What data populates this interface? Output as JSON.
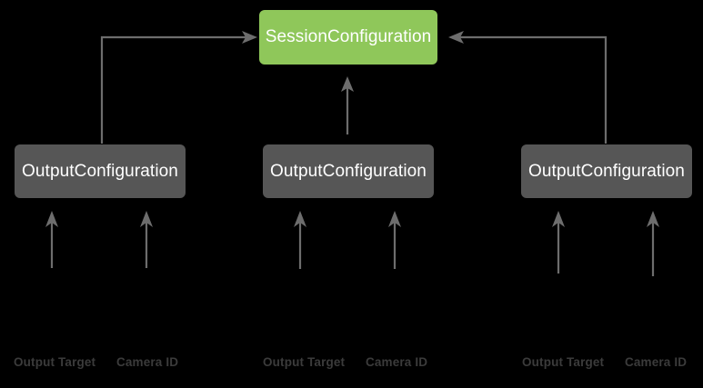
{
  "diagram": {
    "title_node": {
      "label": "SessionConfiguration",
      "color": "#8fc75a",
      "text_color": "#ffffff"
    },
    "background_color": "#000000",
    "edge_color": "#6d6d6d",
    "node_color": "#565656",
    "label_color": "#3b3b3b",
    "nodes": [
      {
        "id": "session",
        "label": "SessionConfiguration",
        "kind": "session"
      },
      {
        "id": "output-1",
        "label": "OutputConfiguration",
        "kind": "output"
      },
      {
        "id": "output-2",
        "label": "OutputConfiguration",
        "kind": "output"
      },
      {
        "id": "output-3",
        "label": "OutputConfiguration",
        "kind": "output"
      }
    ],
    "groups": [
      {
        "id": "group-1",
        "fields": [
          {
            "id": "output-target-1",
            "label": "Output Target"
          },
          {
            "id": "camera-id-1",
            "label": "Camera ID"
          }
        ]
      },
      {
        "id": "group-2",
        "fields": [
          {
            "id": "output-target-2",
            "label": "Output Target"
          },
          {
            "id": "camera-id-2",
            "label": "Camera ID"
          }
        ]
      },
      {
        "id": "group-3",
        "fields": [
          {
            "id": "output-target-3",
            "label": "Output Target"
          },
          {
            "id": "camera-id-3",
            "label": "Camera ID"
          }
        ]
      }
    ]
  }
}
